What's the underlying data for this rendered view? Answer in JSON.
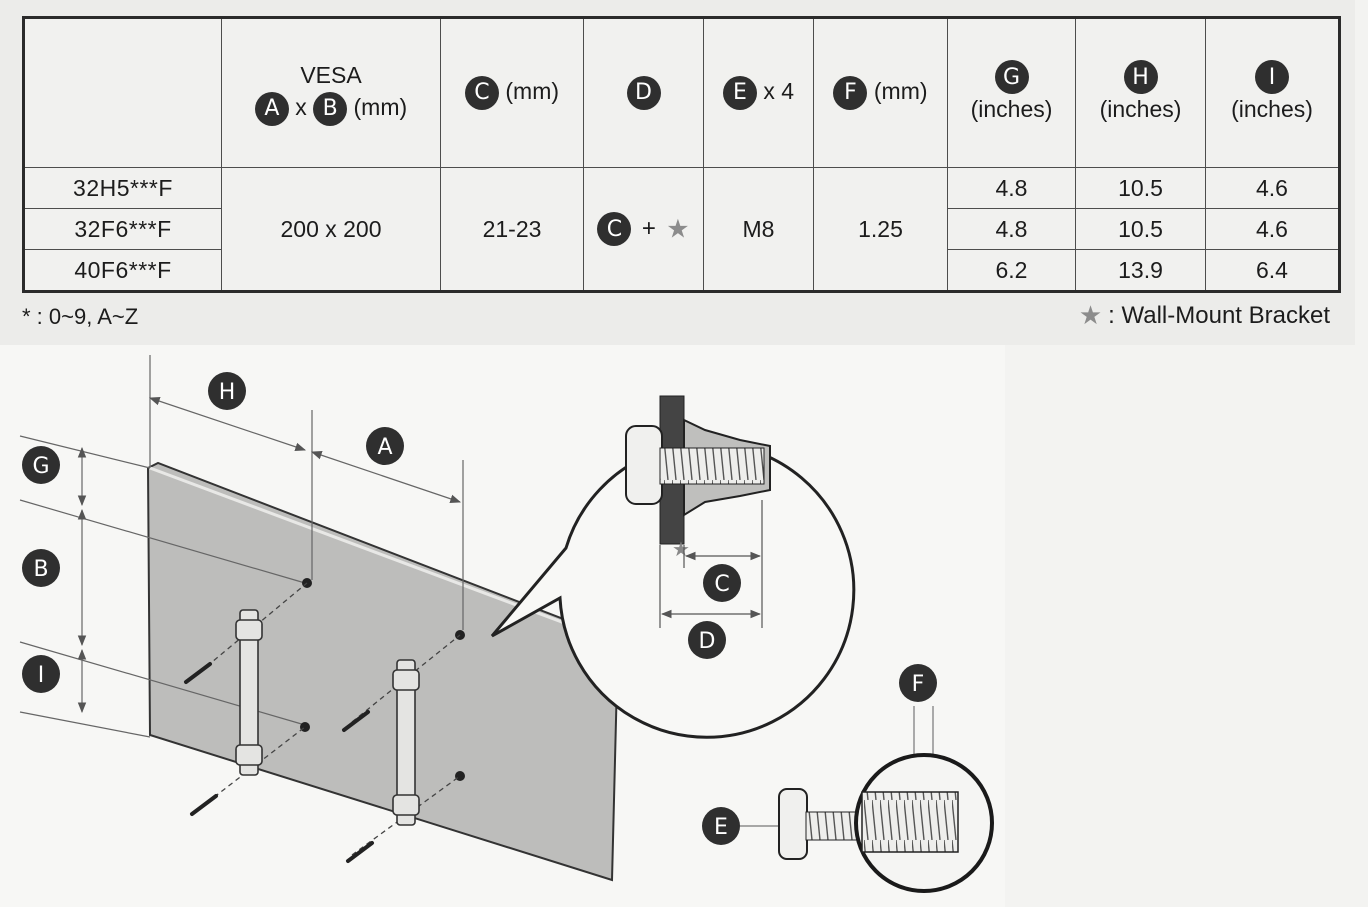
{
  "table": {
    "header": {
      "vesa_title": "VESA",
      "vesa_x": "x",
      "vesa_unit": "(mm)",
      "c_unit": "(mm)",
      "e_suffix": "x 4",
      "f_unit": "(mm)",
      "g_unit": "(inches)",
      "h_unit": "(inches)",
      "i_unit": "(inches)",
      "letters": {
        "a": "A",
        "b": "B",
        "c": "C",
        "d": "D",
        "e": "E",
        "f": "F",
        "g": "G",
        "h": "H",
        "i": "I"
      }
    },
    "rows": [
      {
        "model": "32H5***F",
        "g": "4.8",
        "h": "10.5",
        "i": "4.6"
      },
      {
        "model": "32F6***F",
        "g": "4.8",
        "h": "10.5",
        "i": "4.6"
      },
      {
        "model": "40F6***F",
        "g": "6.2",
        "h": "13.9",
        "i": "6.4"
      }
    ],
    "shared": {
      "vesa": "200 x 200",
      "c": "21-23",
      "d_plus": "+",
      "e": "M8",
      "f": "1.25"
    }
  },
  "notes": {
    "wildcard": "* : 0~9, A~Z",
    "star_legend": ": Wall-Mount Bracket"
  },
  "diagram": {
    "labels": {
      "g": "G",
      "b": "B",
      "i": "I",
      "h": "H",
      "a": "A",
      "c": "C",
      "d": "D",
      "f": "F",
      "e": "E"
    }
  },
  "colors": {
    "badge": "#2f2f2f",
    "star": "#8c8c8c",
    "panel": "#b9b9b7"
  }
}
